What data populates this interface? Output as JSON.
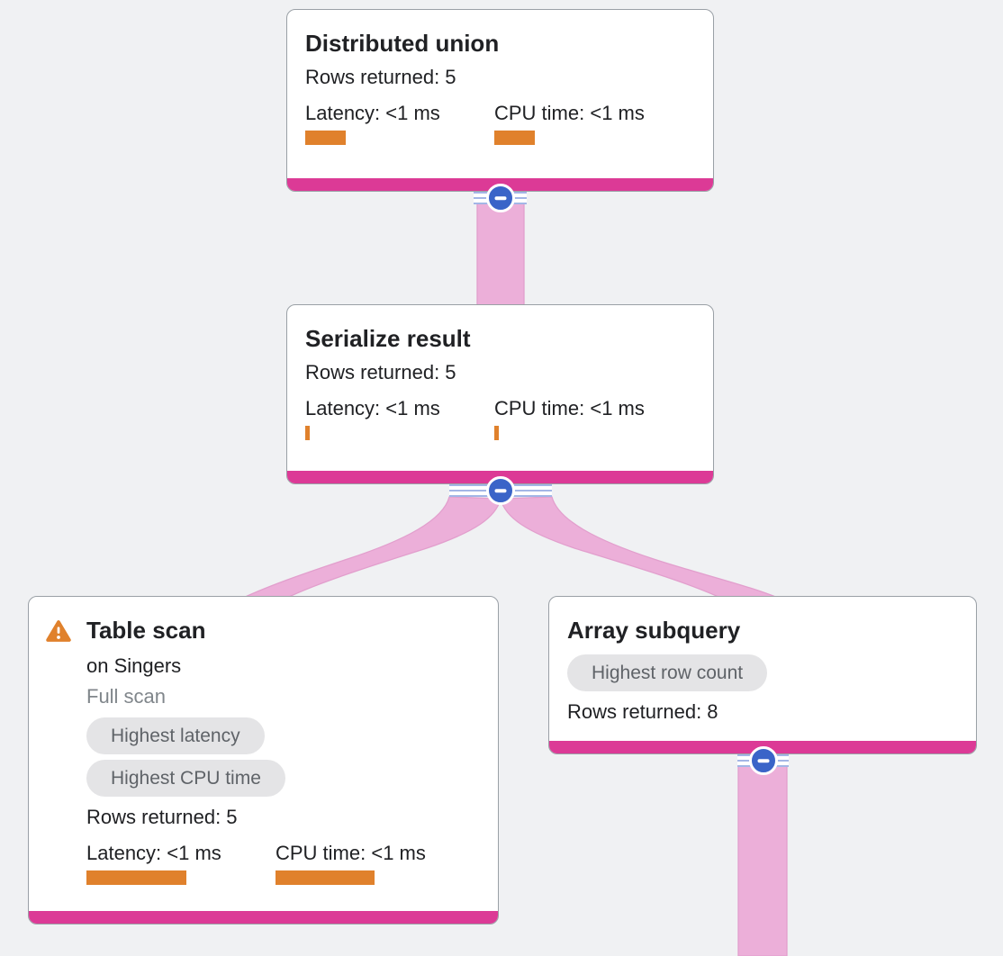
{
  "diagram": {
    "background_color": "#f0f1f3",
    "colors": {
      "node_footer_pink": "#dc3a96",
      "edge_pink": "#ecafd9",
      "edge_border_pink": "#e29fcd",
      "metric_bar_orange": "#e0812c",
      "warning_orange": "#e0812c",
      "collapse_circle_blue": "#3a64c8",
      "collapse_stripe_blue": "#a3b6e6",
      "badge_bg_gray": "#e4e4e6",
      "badge_text_gray": "#5f6368",
      "text_dark": "#202124",
      "text_muted_gray": "#80868b",
      "node_border_gray": "#9aa0a6"
    },
    "icons": {
      "collapse": "minus-circle",
      "warning": "warning-triangle"
    },
    "nodes": [
      {
        "title": "Distributed union",
        "rows_returned": "Rows returned: 5",
        "latency_label": "Latency: <1 ms",
        "latency_bar_style": "width:45px",
        "cpu_label": "CPU time: <1 ms",
        "cpu_bar_style": "width:45px"
      },
      {
        "title": "Serialize result",
        "rows_returned": "Rows returned: 5",
        "latency_label": "Latency: <1 ms",
        "latency_bar_style": "width:5px",
        "cpu_label": "CPU time: <1 ms",
        "cpu_bar_style": "width:5px"
      },
      {
        "title": "Table scan",
        "subtitle": "on Singers",
        "scan_note": "Full scan",
        "badges": [
          "Highest latency",
          "Highest CPU time"
        ],
        "rows_returned": "Rows returned: 5",
        "latency_label": "Latency: <1 ms",
        "latency_bar_style": "width:111px",
        "cpu_label": "CPU time: <1 ms",
        "cpu_bar_style": "width:110px"
      },
      {
        "title": "Array subquery",
        "badges": [
          "Highest row count"
        ],
        "rows_returned": "Rows returned: 8"
      }
    ]
  }
}
